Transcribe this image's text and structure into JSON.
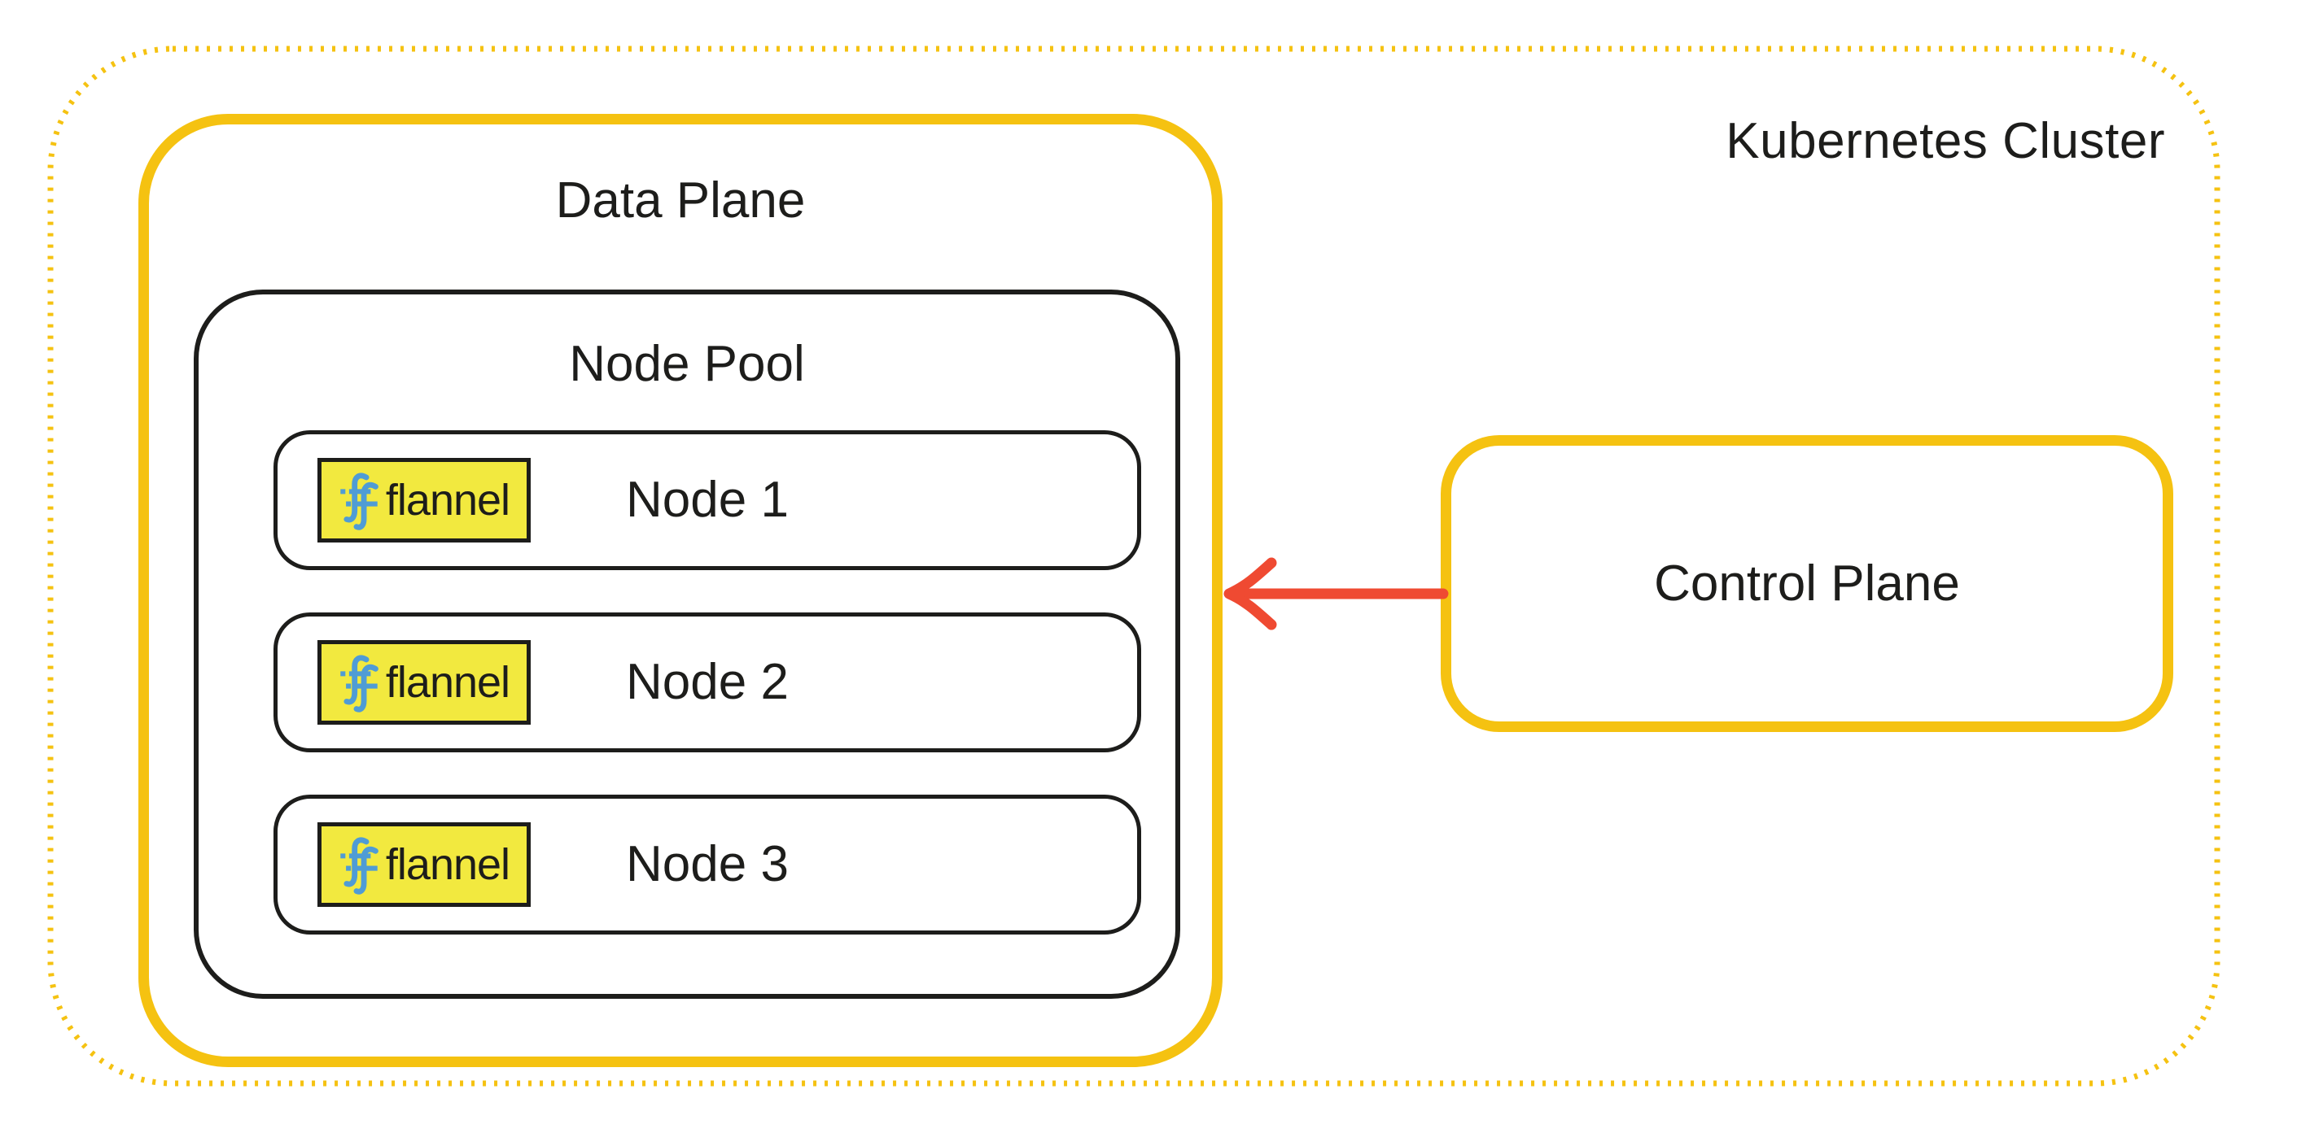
{
  "cluster": {
    "label": "Kubernetes Cluster"
  },
  "data_plane": {
    "label": "Data Plane"
  },
  "node_pool": {
    "label": "Node Pool",
    "nodes": [
      {
        "label": "Node 1"
      },
      {
        "label": "Node 2"
      },
      {
        "label": "Node 3"
      }
    ]
  },
  "flannel": {
    "label": "flannel"
  },
  "control_plane": {
    "label": "Control Plane"
  },
  "arrow": {
    "direction": "control-plane to data-plane (points left)"
  },
  "colors": {
    "gold": "#F5C211",
    "lemon": "#F2E93F",
    "blue": "#4F9CD5",
    "red": "#EF4A32",
    "ink": "#1D1D1B"
  }
}
